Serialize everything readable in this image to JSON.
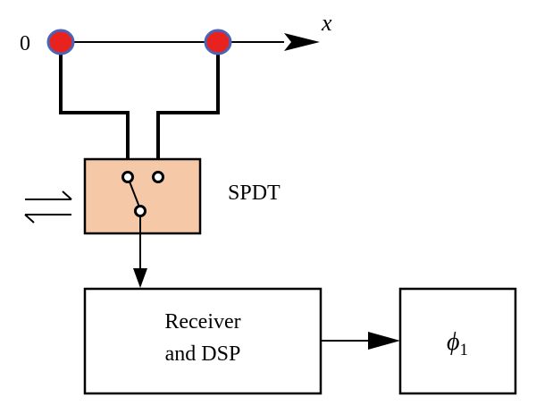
{
  "axis": {
    "origin_label": "0",
    "axis_label": "x"
  },
  "switch": {
    "label": "SPDT"
  },
  "receiver": {
    "line1": "Receiver",
    "line2": "and DSP"
  },
  "output": {
    "symbol": "ϕ",
    "subscript": "1"
  },
  "colors": {
    "antenna_fill": "#e8231f",
    "antenna_stroke": "#4b63b8",
    "switch_fill": "#f5c9a8",
    "line": "#000000"
  }
}
